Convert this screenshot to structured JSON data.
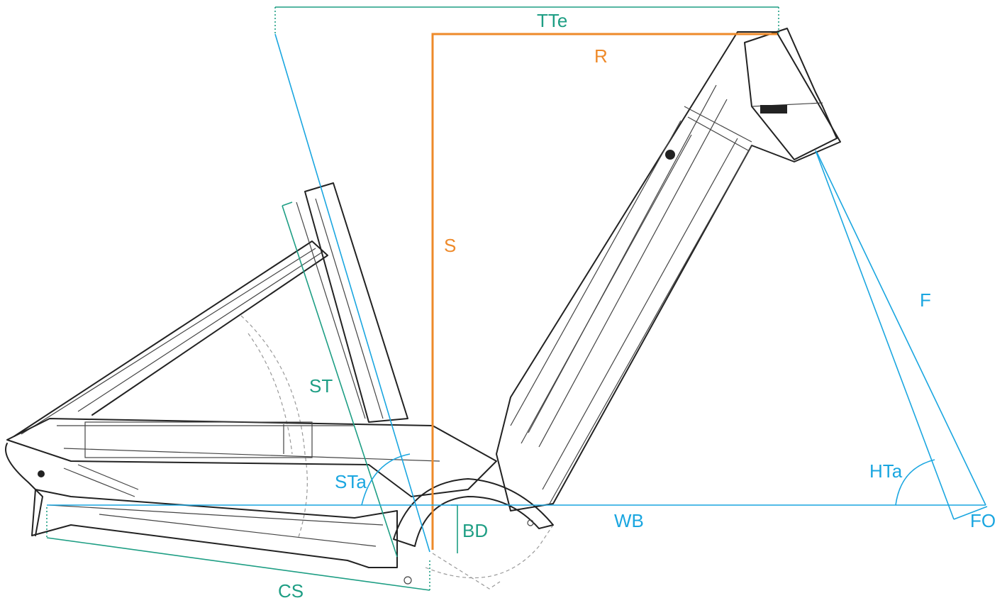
{
  "colors": {
    "green": "#1e9e84",
    "blue": "#1aa6e0",
    "orange": "#ee8a2a",
    "frame": "#222222"
  },
  "labels": {
    "tte": "TTe",
    "r": "R",
    "s": "S",
    "st": "ST",
    "sta": "STa",
    "bd": "BD",
    "wb": "WB",
    "cs": "CS",
    "f": "F",
    "hta": "HTa",
    "fo": "FO"
  }
}
